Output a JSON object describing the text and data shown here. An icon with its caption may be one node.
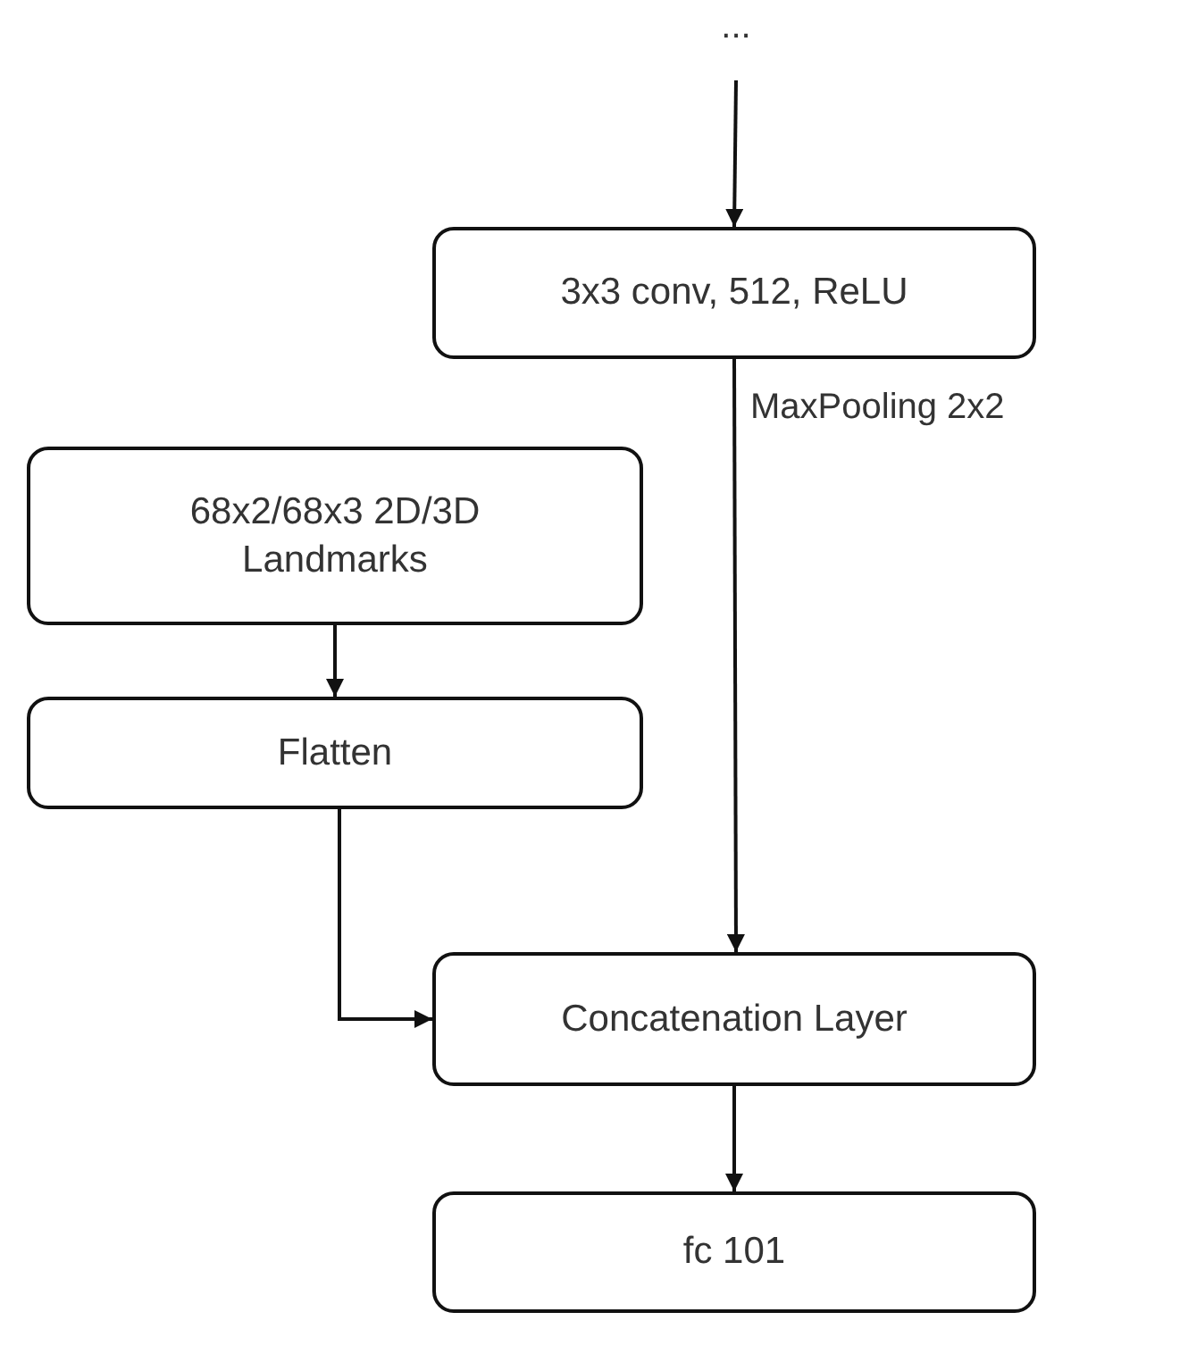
{
  "diagram": {
    "nodes": [
      {
        "text": [
          "..."
        ]
      },
      {
        "text": [
          "3x3 conv, 512, ReLU"
        ]
      },
      {
        "text": [
          "68x2/68x3 2D/3D Landmarks"
        ]
      },
      {
        "text": [
          "Flatten"
        ]
      },
      {
        "text": [
          "Concatenation Layer"
        ]
      },
      {
        "text": [
          "fc 101"
        ]
      }
    ],
    "edges": [
      {
        "from": 0,
        "to": 1,
        "arrow": "to"
      },
      {
        "from": 1,
        "to": 4,
        "arrow": "to",
        "label": "MaxPooling 2x2"
      },
      {
        "from": 2,
        "to": 3,
        "arrow": "to"
      },
      {
        "from": 3,
        "to": 4,
        "arrow": "to"
      },
      {
        "from": 4,
        "to": 5,
        "arrow": "to"
      }
    ]
  }
}
